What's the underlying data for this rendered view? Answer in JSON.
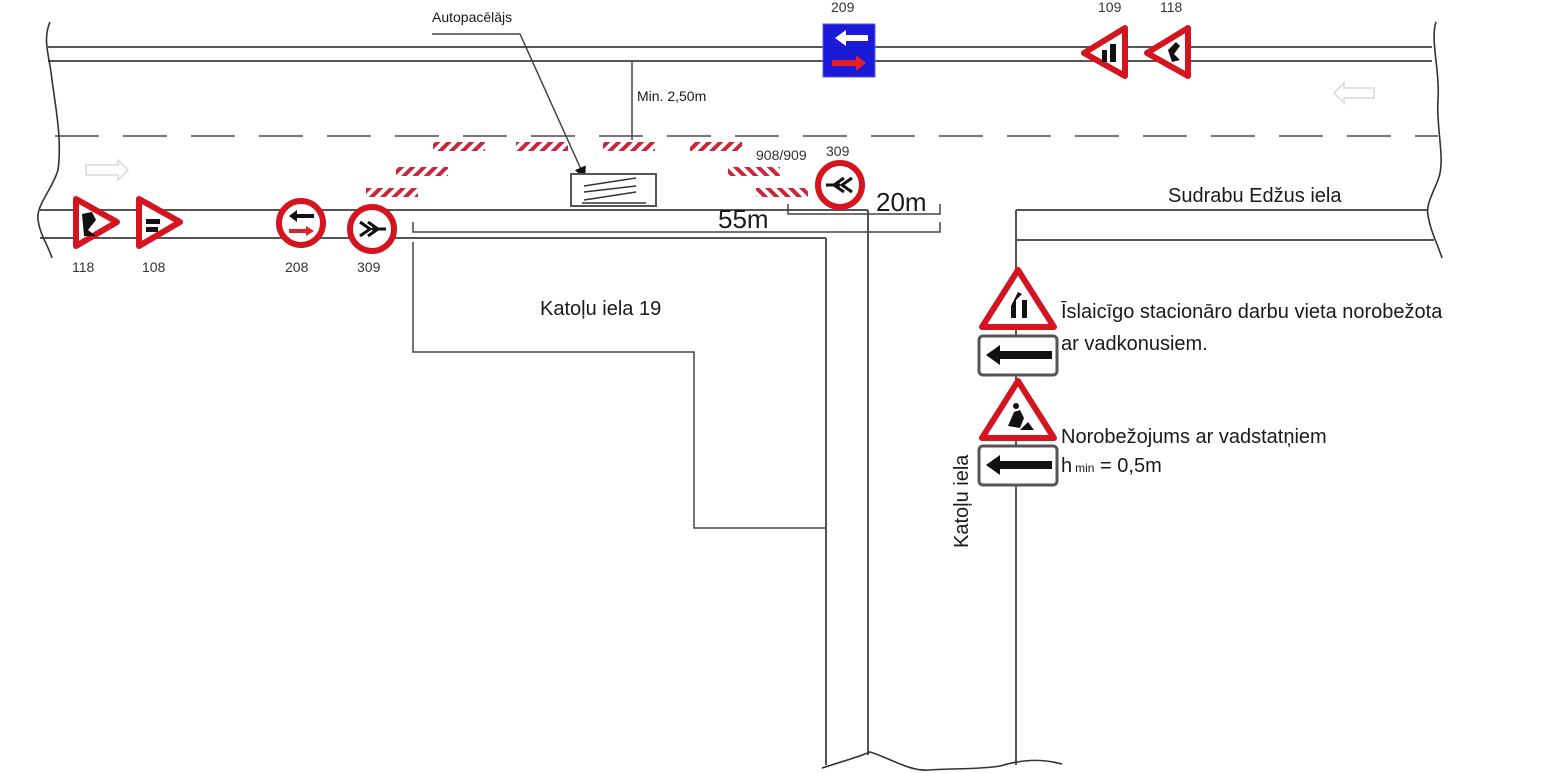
{
  "diagram": {
    "type": "traffic-management-scheme",
    "colors": {
      "sign_red": "#d4141e",
      "sign_blue": "#1a1ad8",
      "barrier_red": "#c8283c",
      "line": "#555555"
    },
    "labels": {
      "lift": "Autopacēlājs",
      "min_clearance": "Min. 2,50m",
      "barrier_code": "908/909",
      "distance_55": "55m",
      "distance_20": "20m",
      "street_main_side": "Sudrabu Edžus iela",
      "building": "Katoļu iela 19",
      "street_side": "Katoļu iela"
    },
    "signs": {
      "top": [
        {
          "code": "209",
          "icon": "one-way-priority-sign-icon"
        },
        {
          "code": "109",
          "icon": "road-narrows-sign-icon"
        },
        {
          "code": "118",
          "icon": "roadworks-sign-icon"
        }
      ],
      "bottom": [
        {
          "code": "118",
          "icon": "roadworks-sign-icon"
        },
        {
          "code": "108",
          "icon": "road-narrows-sign-icon"
        },
        {
          "code": "208",
          "icon": "oncoming-priority-sign-icon"
        },
        {
          "code": "309",
          "icon": "no-pedestrians-sign-icon"
        }
      ],
      "barrier_end": {
        "code": "309",
        "icon": "no-pedestrians-sign-icon"
      }
    },
    "legend": [
      {
        "text": "Īslaicīgo stacionāro darbu vieta norobežota",
        "text2": "ar vadkonusiem.",
        "icon": "road-narrows-sign-icon"
      },
      {
        "text": "Norobežojums ar vadstatņiem",
        "h": "h",
        "sub": "min",
        "value": " = 0,5m",
        "icon": "roadworks-sign-icon"
      }
    ]
  }
}
